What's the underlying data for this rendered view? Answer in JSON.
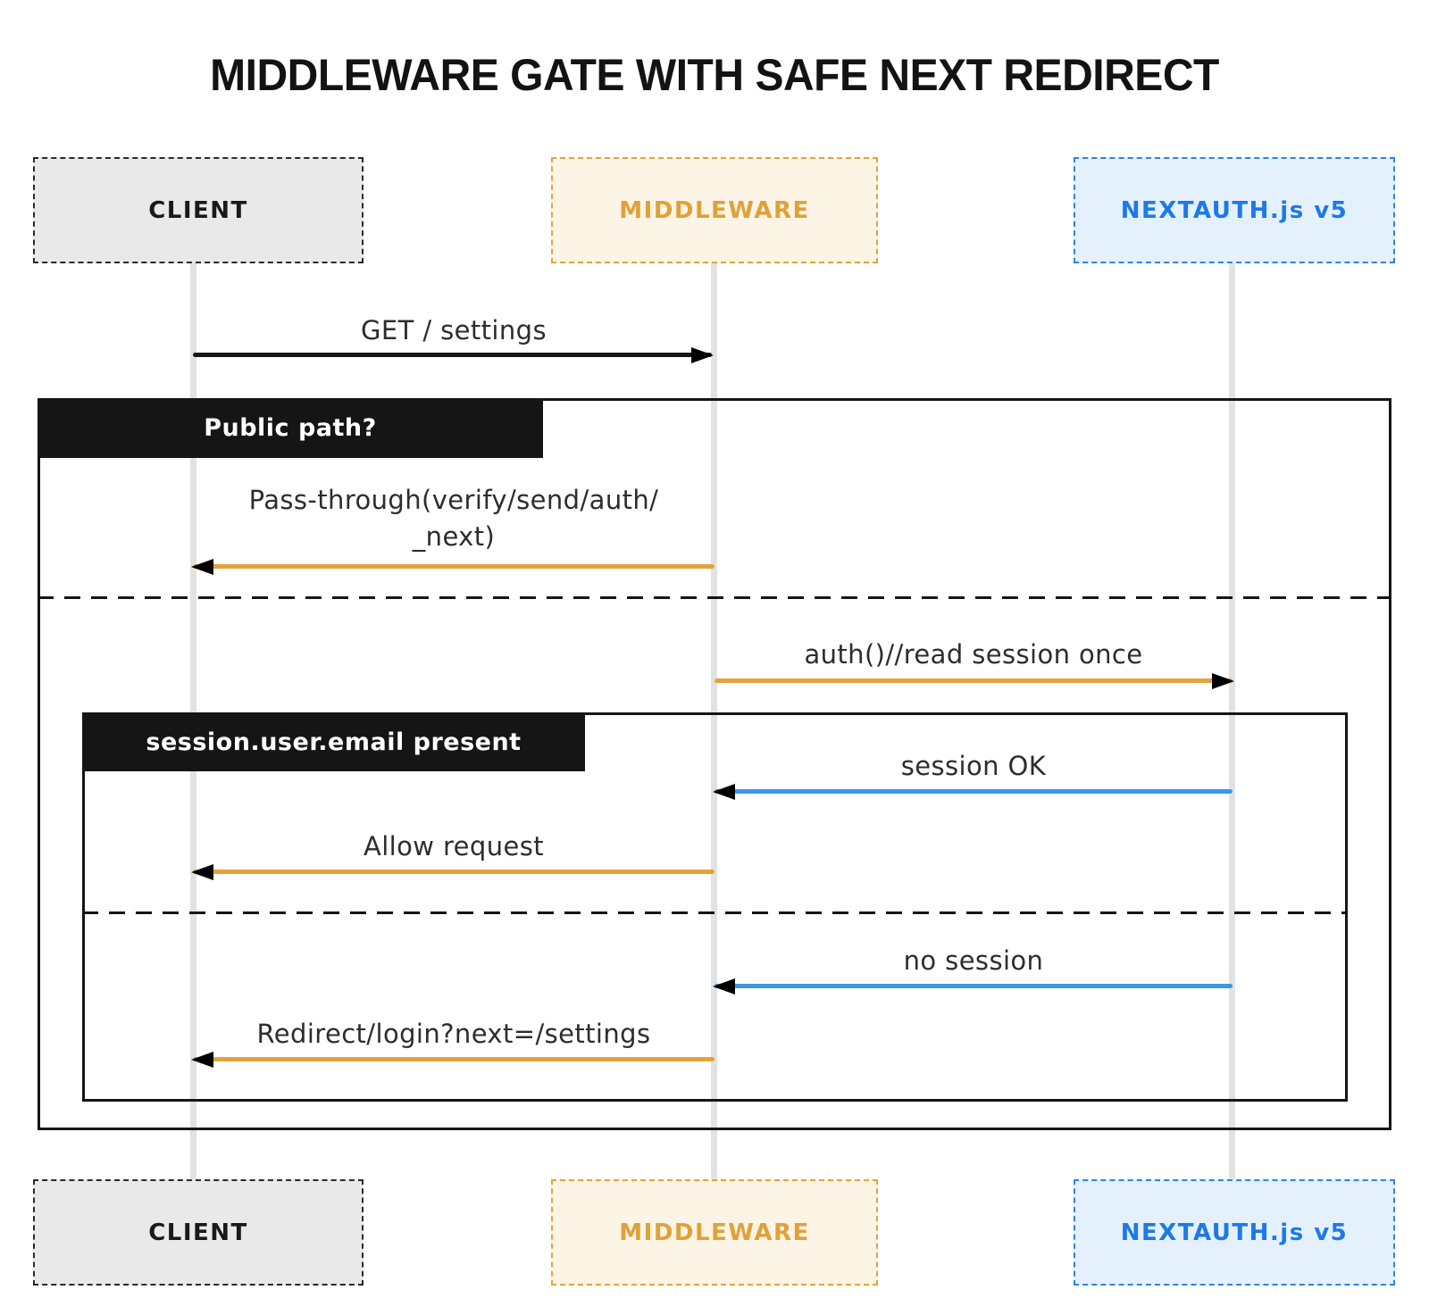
{
  "title": "MIDDLEWARE GATE WITH SAFE NEXT REDIRECT",
  "palette": {
    "black": "#161616",
    "orange": "#e2a33c",
    "blue": "#3b97e8",
    "client_fill": "#e9e9e9",
    "middleware_fill": "#fcf4e4",
    "nextauth_fill": "#e4f0fc",
    "lifeline_gray": "#e2e2e2",
    "frame_label_bg": "#151515"
  },
  "actors": [
    {
      "id": "client",
      "label": "CLIENT"
    },
    {
      "id": "middleware",
      "label": "MIDDLEWARE"
    },
    {
      "id": "nextauth",
      "label": "NEXTAUTH.js v5"
    }
  ],
  "frames": {
    "outer": {
      "label": "Public path?"
    },
    "inner": {
      "label": "session.user.email present"
    }
  },
  "messages": [
    {
      "label": "GET / settings",
      "from": "client",
      "to": "middleware",
      "color": "black"
    },
    {
      "label": "Pass-through(verify/send/auth/",
      "label2": "_next)",
      "from": "middleware",
      "to": "client",
      "color": "orange"
    },
    {
      "label": "auth()//read session once",
      "from": "middleware",
      "to": "nextauth",
      "color": "orange"
    },
    {
      "label": "session OK",
      "from": "nextauth",
      "to": "middleware",
      "color": "blue"
    },
    {
      "label": "Allow request",
      "from": "middleware",
      "to": "client",
      "color": "orange"
    },
    {
      "label": "no session",
      "from": "nextauth",
      "to": "middleware",
      "color": "blue"
    },
    {
      "label": "Redirect/login?next=/settings",
      "from": "middleware",
      "to": "client",
      "color": "orange"
    }
  ]
}
